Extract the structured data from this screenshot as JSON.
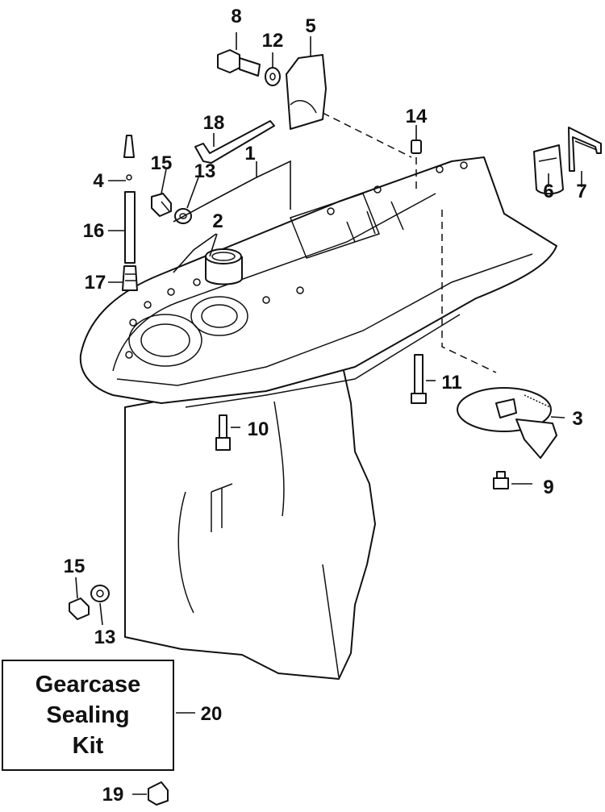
{
  "callouts": [
    {
      "id": "c1",
      "text": "1"
    },
    {
      "id": "c2",
      "text": "2"
    },
    {
      "id": "c3",
      "text": "3"
    },
    {
      "id": "c4",
      "text": "4"
    },
    {
      "id": "c5",
      "text": "5"
    },
    {
      "id": "c6",
      "text": "6"
    },
    {
      "id": "c7",
      "text": "7"
    },
    {
      "id": "c8",
      "text": "8"
    },
    {
      "id": "c9",
      "text": "9"
    },
    {
      "id": "c10",
      "text": "10"
    },
    {
      "id": "c11",
      "text": "11"
    },
    {
      "id": "c12",
      "text": "12"
    },
    {
      "id": "c13a",
      "text": "13"
    },
    {
      "id": "c13b",
      "text": "13"
    },
    {
      "id": "c14",
      "text": "14"
    },
    {
      "id": "c15a",
      "text": "15"
    },
    {
      "id": "c15b",
      "text": "15"
    },
    {
      "id": "c16",
      "text": "16"
    },
    {
      "id": "c17",
      "text": "17"
    },
    {
      "id": "c18",
      "text": "18"
    },
    {
      "id": "c19",
      "text": "19"
    },
    {
      "id": "c20",
      "text": "20"
    }
  ],
  "kit_box": {
    "line1": "Gearcase",
    "line2": "Sealing",
    "line3": "Kit"
  }
}
